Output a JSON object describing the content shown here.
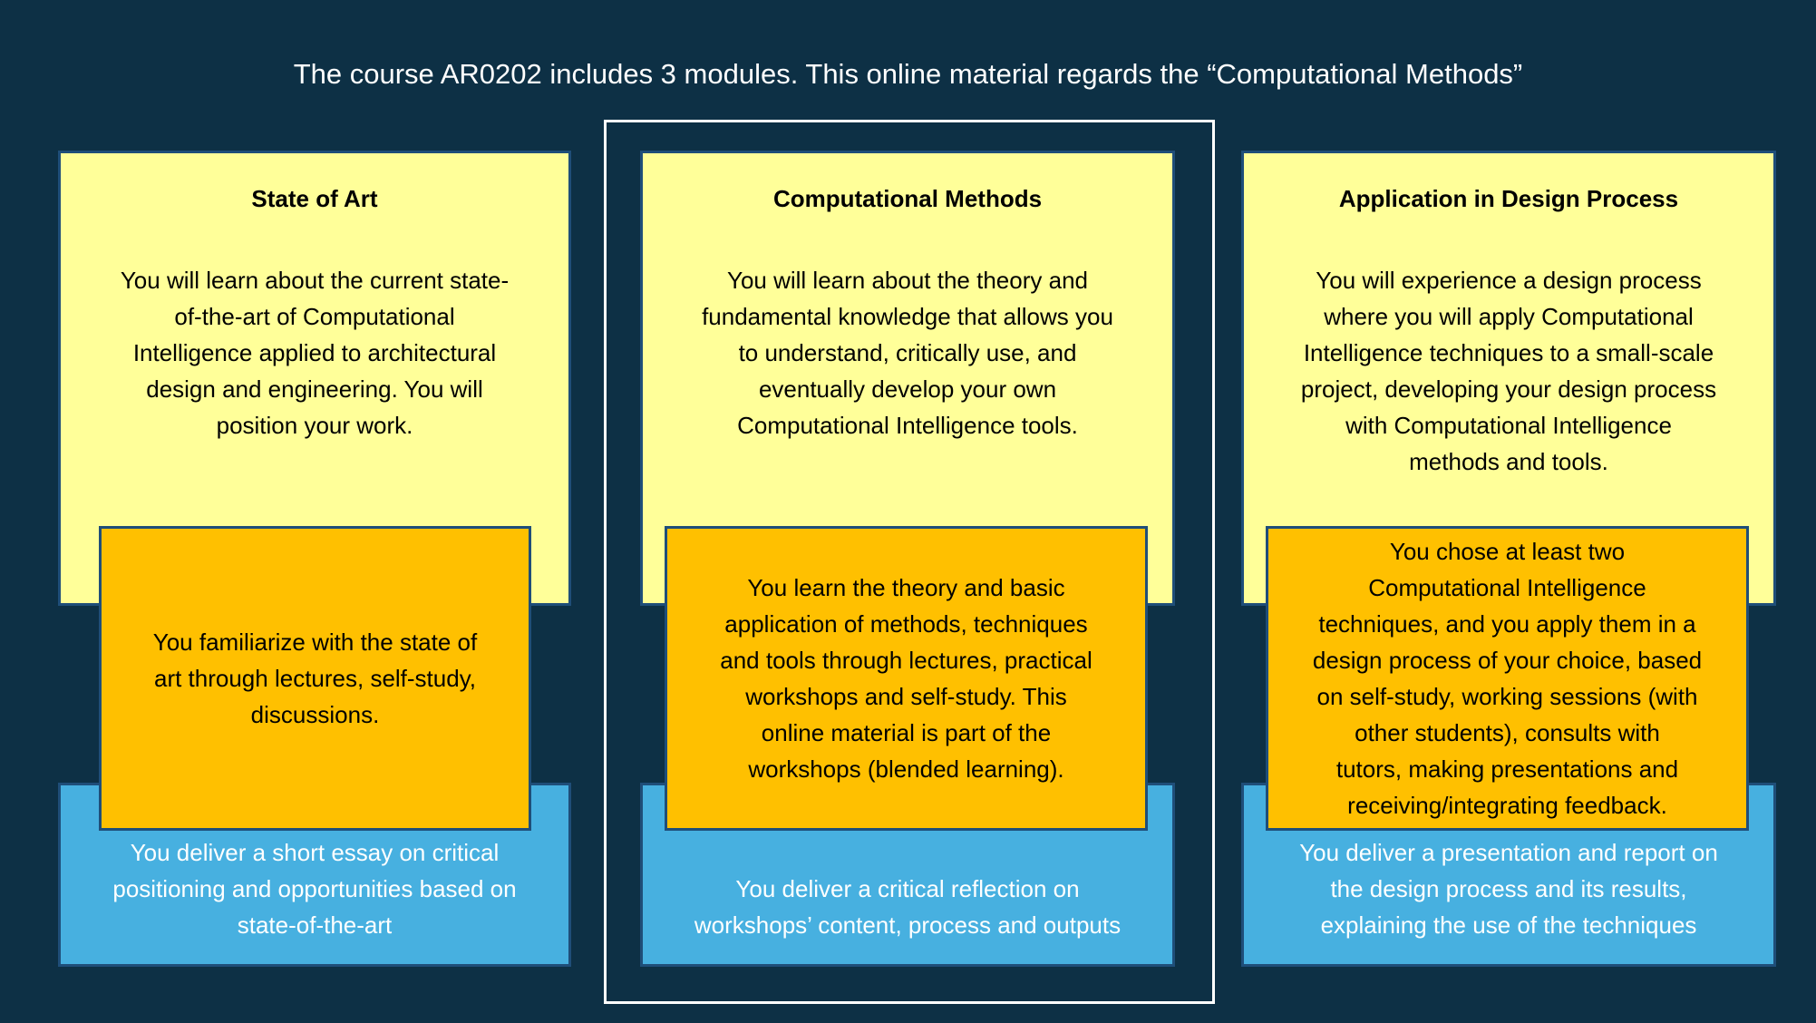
{
  "title": "The course AR0202 includes 3 modules. This online material regards the “Computational Methods”",
  "colors": {
    "background": "#0d3045",
    "module": "#ffff99",
    "activity": "#ffc000",
    "deliverable": "#47b0e0"
  },
  "modules": [
    {
      "heading": "State of Art",
      "description": "You will learn about the current state-\nof-the-art of Computational\nIntelligence applied to architectural\ndesign and engineering. You will\nposition your work.",
      "activity": "You familiarize with the state of\nart through lectures, self-study,\ndiscussions.",
      "deliverable": "You deliver a short essay on critical\npositioning and opportunities based on\nstate-of-the-art"
    },
    {
      "heading": "Computational Methods",
      "description": "You will learn about the theory and\nfundamental knowledge that allows you\nto understand, critically use, and\neventually develop your own\nComputational Intelligence tools.",
      "activity": "You learn the theory and basic\napplication of methods, techniques\nand tools through lectures, practical\nworkshops and self-study. This\nonline material is part of the\nworkshops (blended learning).",
      "deliverable": "You deliver a critical reflection on\nworkshops’ content, process and outputs"
    },
    {
      "heading": "Application in Design Process",
      "description": "You will experience a design process\nwhere you will apply Computational\nIntelligence techniques to a small-scale\nproject, developing your design process\nwith Computational Intelligence\nmethods and tools.",
      "activity": "You chose at least two\nComputational Intelligence\ntechniques, and you apply them in a\ndesign process of your choice, based\non self-study, working sessions (with\nother students), consults with\ntutors, making presentations and\nreceiving/integrating feedback.",
      "deliverable": "You deliver a presentation and report on\nthe design process and its results,\nexplaining the use of the techniques"
    }
  ]
}
